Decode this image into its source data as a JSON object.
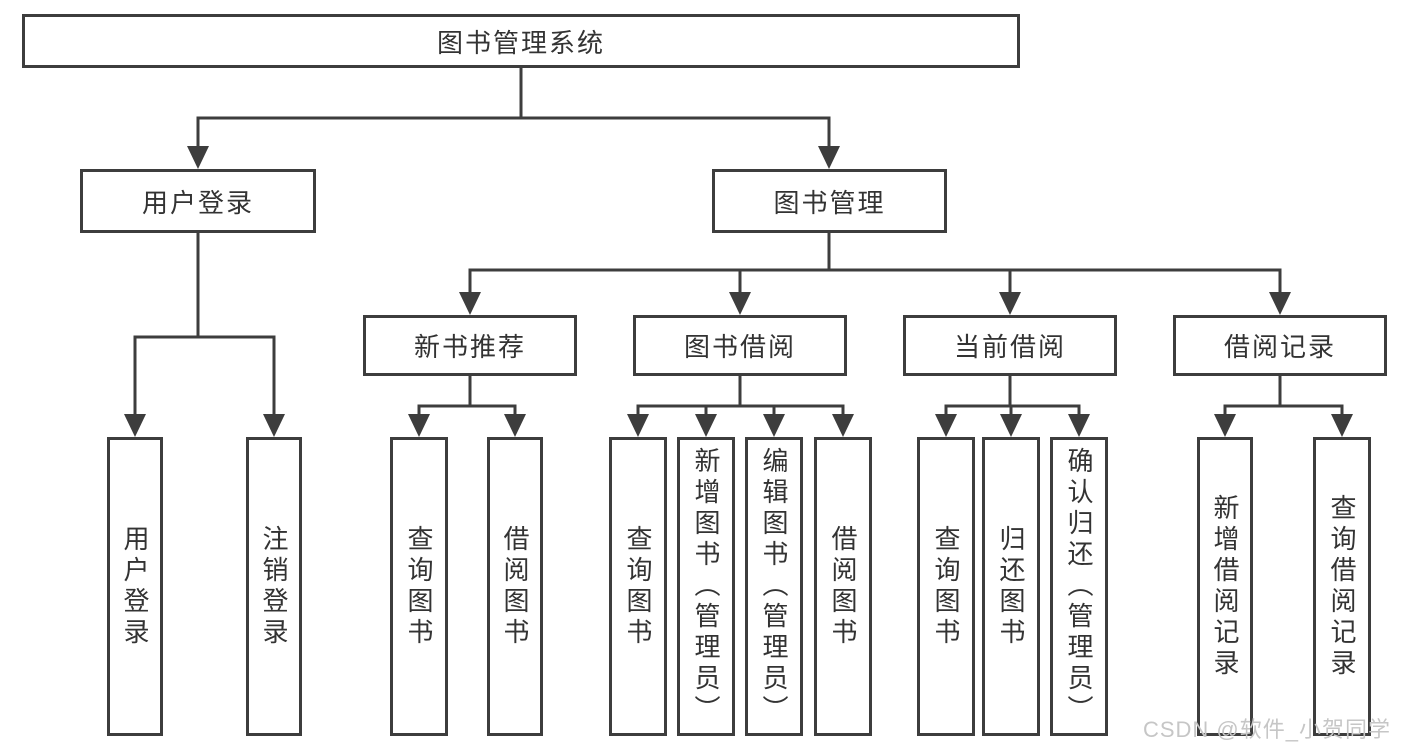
{
  "title": "图书管理系统",
  "nodes": {
    "root": "图书管理系统",
    "user_login": "用户登录",
    "book_management": "图书管理",
    "new_book_recommendation": "新书推荐",
    "book_borrowing": "图书借阅",
    "current_borrowing": "当前借阅",
    "borrowing_records": "借阅记录",
    "leaves": {
      "user_login": "用户登录",
      "logout": "注销登录",
      "nbr_query_books": "查询图书",
      "nbr_borrow_books": "借阅图书",
      "bb_query_books": "查询图书",
      "bb_add_books": "新增图书（管理员）",
      "bb_edit_books": "编辑图书（管理员）",
      "bb_borrow_books": "借阅图书",
      "cb_query_books": "查询图书",
      "cb_return_books": "归还图书",
      "cb_confirm_return": "确认归还（管理员）",
      "br_add_record": "新增借阅记录",
      "br_query_record": "查询借阅记录"
    }
  },
  "watermark": "CSDN @软件_小贺同学",
  "colors": {
    "line": "#3d3d3d",
    "text": "#333333",
    "background": "#ffffff",
    "watermark": "#c6c6c6"
  }
}
